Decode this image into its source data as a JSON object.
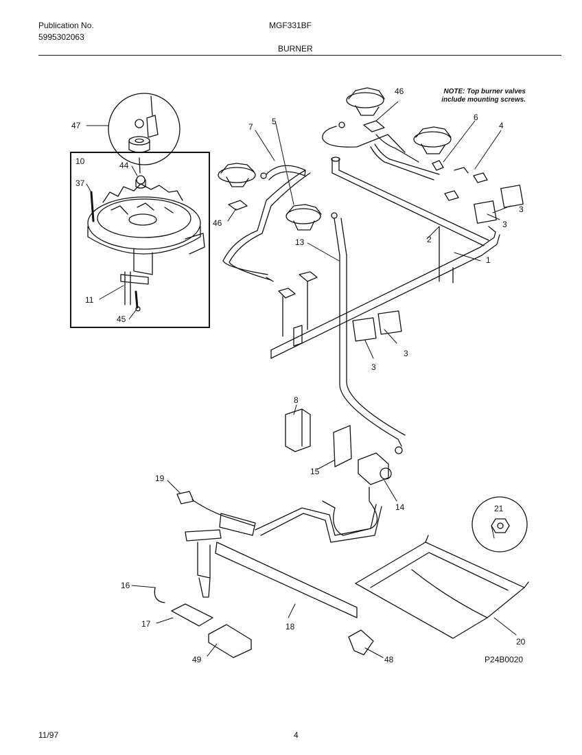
{
  "header": {
    "publication_label": "Publication No.",
    "publication_number": "5995302063",
    "model": "MGF331BF",
    "section": "BURNER"
  },
  "note": {
    "line1": "NOTE: Top burner valves",
    "line2": "include mounting screws."
  },
  "diagram_id": "P24B0020",
  "footer": {
    "date": "11/97",
    "page": "4"
  },
  "callouts": [
    "47",
    "10",
    "44",
    "37",
    "11",
    "45",
    "7",
    "5",
    "46",
    "46",
    "6",
    "4",
    "3",
    "3",
    "3",
    "3",
    "2",
    "1",
    "13",
    "8",
    "15",
    "14",
    "19",
    "21",
    "16",
    "17",
    "18",
    "20",
    "49",
    "48"
  ]
}
